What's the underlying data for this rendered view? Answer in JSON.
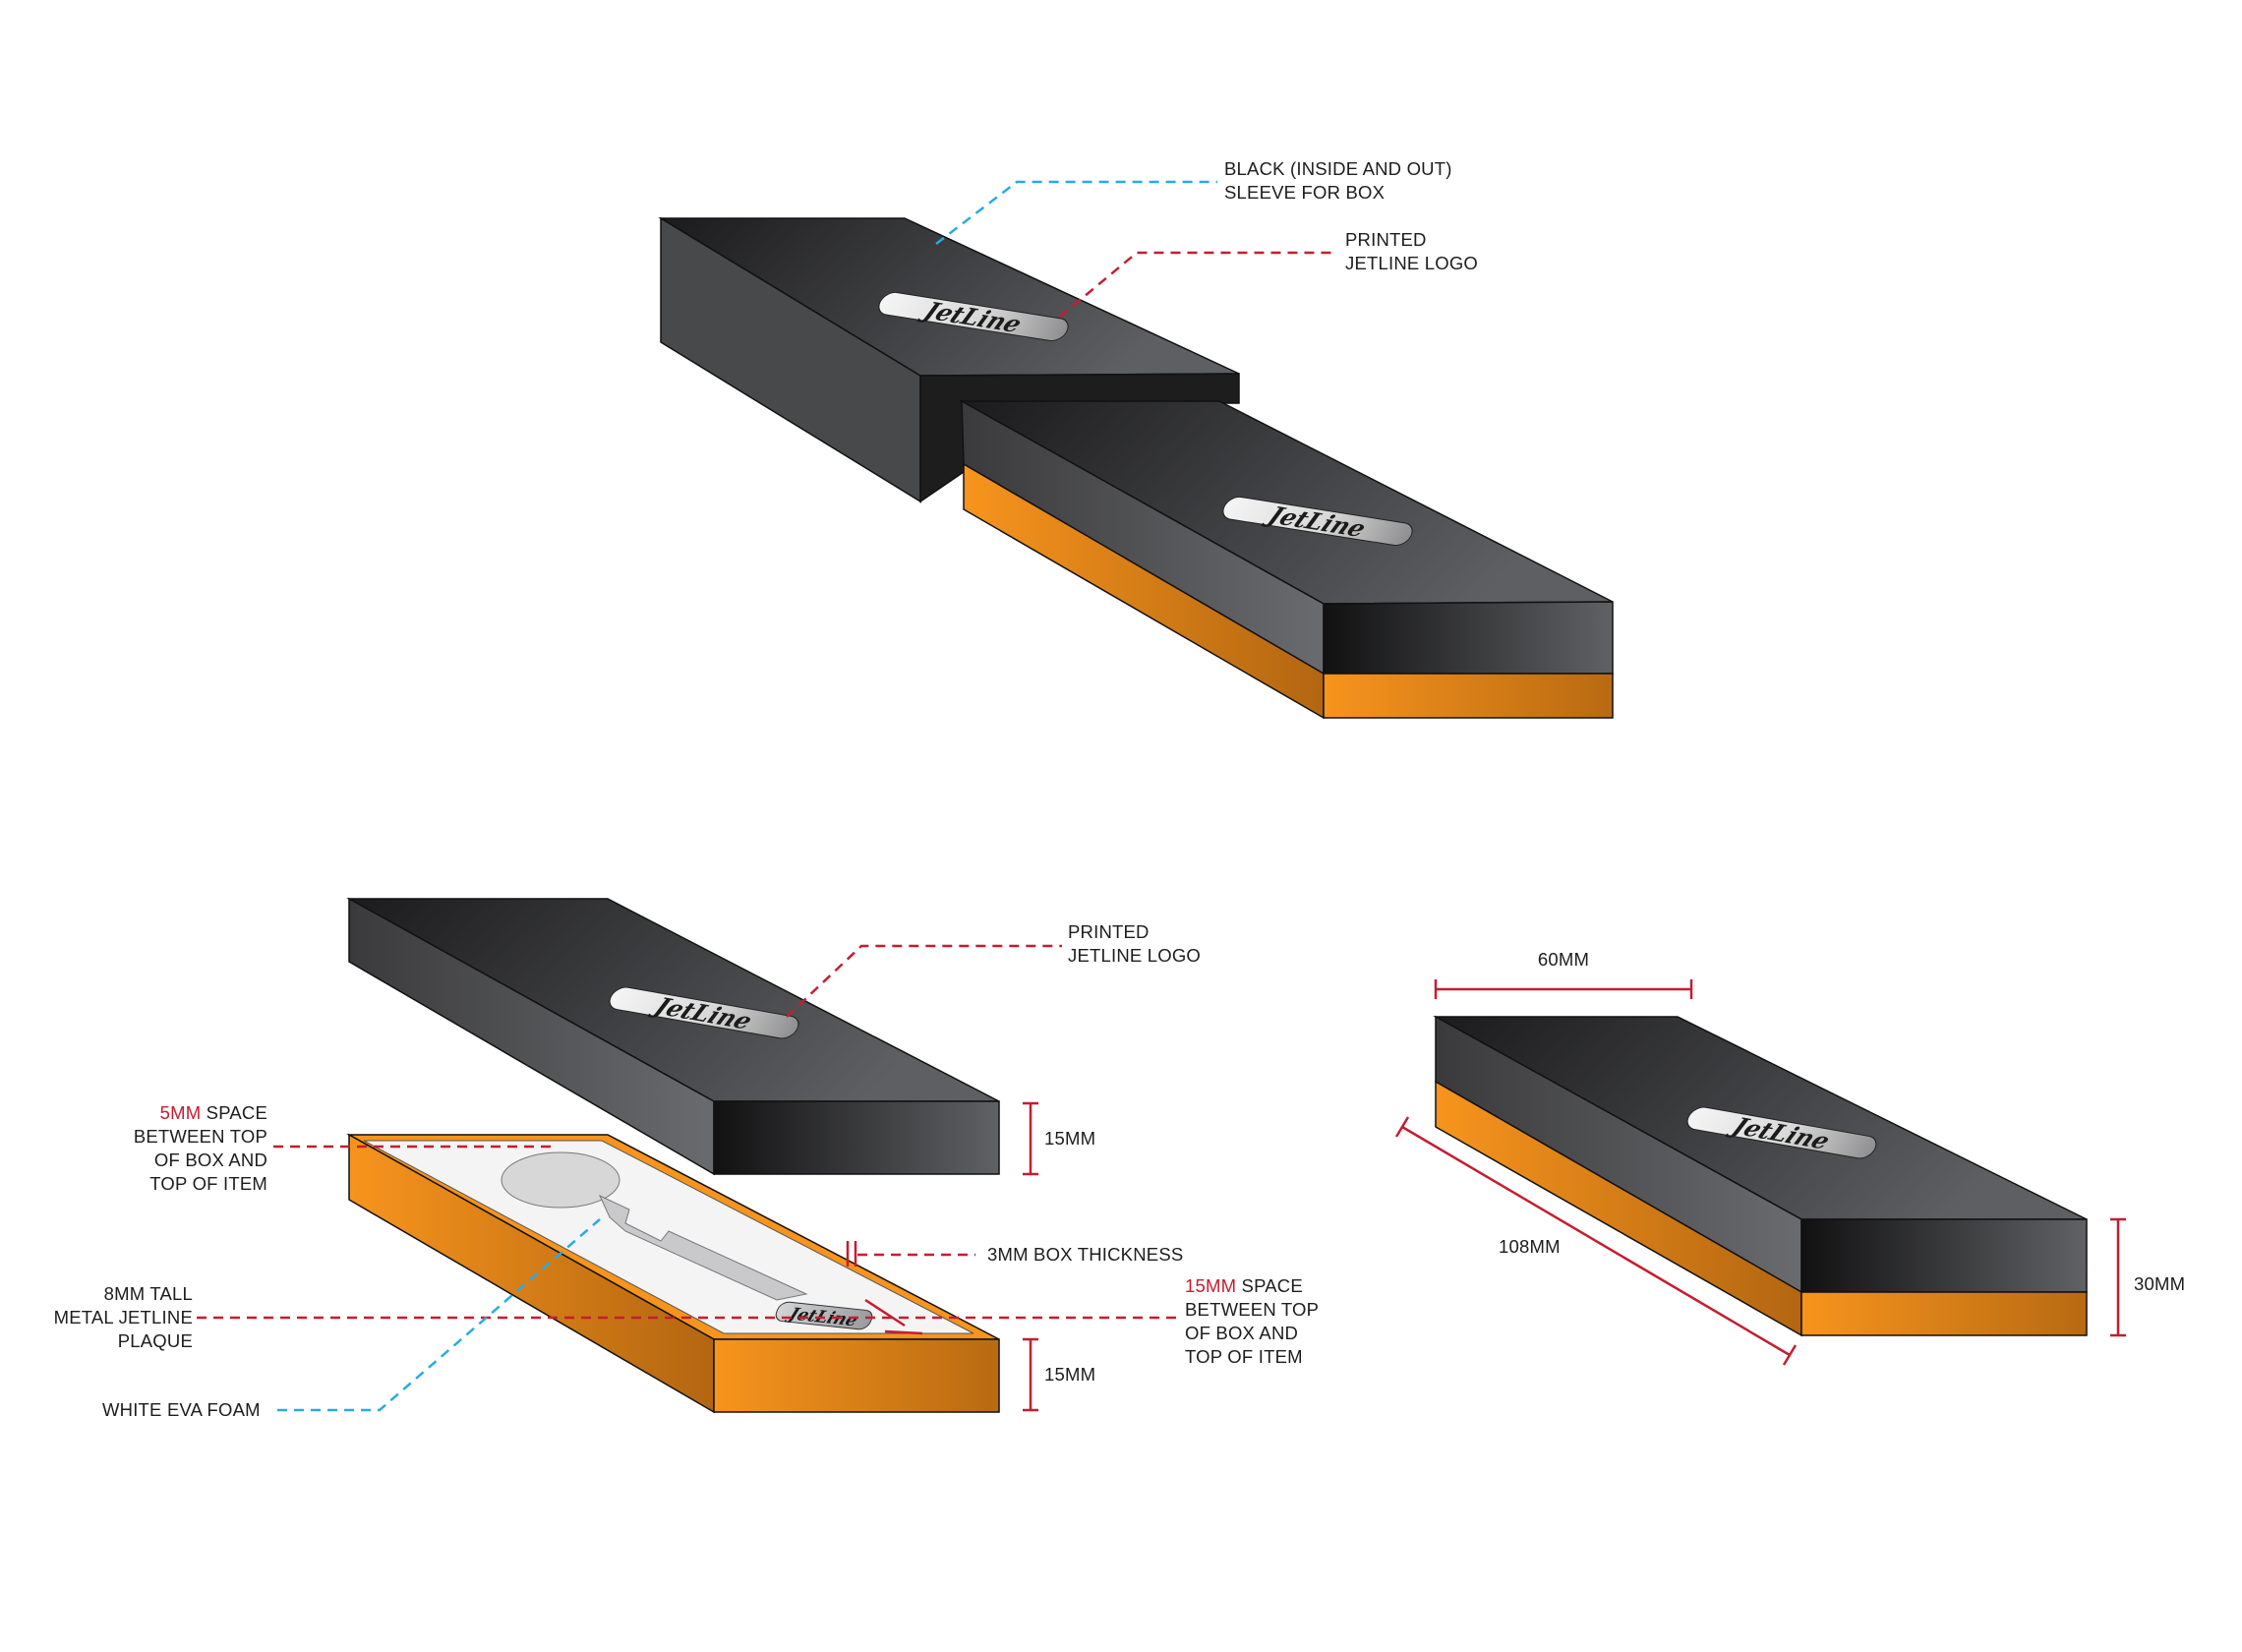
{
  "callouts": {
    "sleeve_line1": "BLACK (INSIDE AND OUT)",
    "sleeve_line2": "SLEEVE FOR BOX",
    "logo_top_line1": "PRINTED",
    "logo_top_line2": "JETLINE LOGO",
    "logo_mid_line1": "PRINTED",
    "logo_mid_line2": "JETLINE LOGO",
    "space5_value": "5MM",
    "space5_line1_rest": " SPACE",
    "space5_line2": "BETWEEN TOP",
    "space5_line3": "OF BOX AND",
    "space5_line4": "TOP OF ITEM",
    "box_thickness": "3MM BOX THICKNESS",
    "plaque_line1": "8MM TALL",
    "plaque_line2": "METAL JETLINE",
    "plaque_line3": "PLAQUE",
    "space15_value": "15MM",
    "space15_line1_rest": " SPACE",
    "space15_line2": "BETWEEN TOP",
    "space15_line3": "OF BOX AND",
    "space15_line4": "TOP OF ITEM",
    "foam": "WHITE EVA FOAM"
  },
  "dimensions": {
    "lid_height": "15MM",
    "tray_height": "15MM",
    "width": "60MM",
    "length": "108MM",
    "total_height": "30MM"
  },
  "logo": {
    "text": "JetLine"
  },
  "colors": {
    "lid_dark": "#1c1c1e",
    "lid_light": "#626366",
    "tray_orange": "#f6931f",
    "tray_orange_dark": "#b86a12",
    "foam": "#f4f4f4",
    "callout_red": "#c41e2f",
    "callout_blue": "#29abe2",
    "plaque_grey": "#b4b5b8"
  }
}
